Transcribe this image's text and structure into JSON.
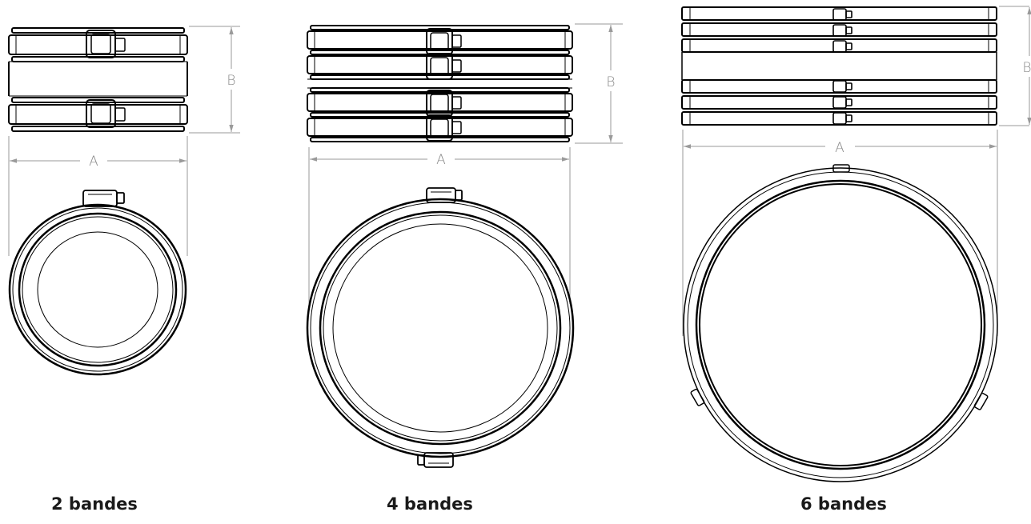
{
  "variants": [
    {
      "caption": "2 bandes",
      "dim_width": "A",
      "dim_height": "B"
    },
    {
      "caption": "4 bandes",
      "dim_width": "A",
      "dim_height": "B"
    },
    {
      "caption": "6 bandes",
      "dim_width": "A",
      "dim_height": "B"
    }
  ]
}
